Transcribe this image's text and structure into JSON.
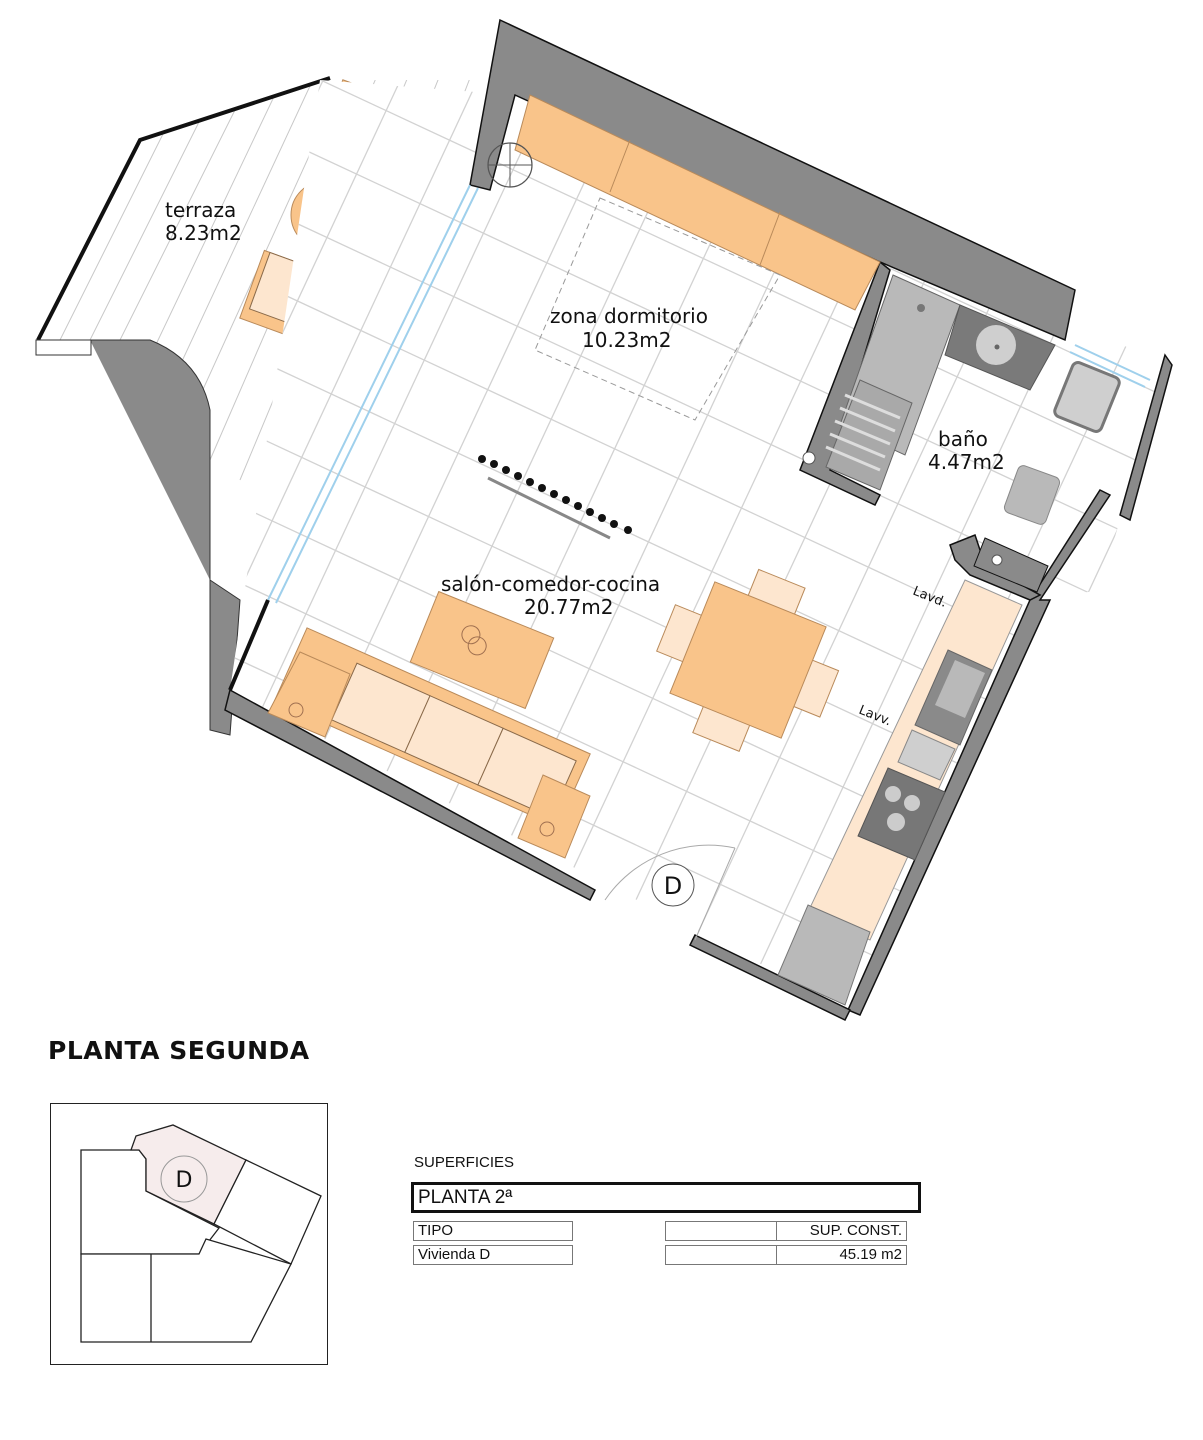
{
  "plan": {
    "rooms": [
      {
        "name": "terraza",
        "area": "8.23m2"
      },
      {
        "name": "zona dormitorio",
        "area": "10.23m2"
      },
      {
        "name": "baño",
        "area": "4.47m2"
      },
      {
        "name": "salón-comedor-cocina",
        "area": "20.77m2"
      }
    ],
    "appliance_labels": {
      "washbasin": "Lavd.",
      "dishwasher": "Lavv."
    },
    "entrance_letter": "D",
    "colors": {
      "wall": "#8a8a8a",
      "furniture_dark": "#f9c48a",
      "furniture_light": "#fde6cf",
      "fixture_gray": "#b9b9b9",
      "glass": "#9fd0ec",
      "grid": "#cfcfcf"
    }
  },
  "key_plan": {
    "title": "PLANTA SEGUNDA",
    "highlighted_unit": "D"
  },
  "surfaces_table": {
    "heading": "SUPERFICIES",
    "floor": "PLANTA 2ª",
    "headers": {
      "type": "TIPO",
      "blank": "",
      "area": "SUP. CONST."
    },
    "rows": [
      {
        "type": "Vivienda D",
        "blank": "",
        "area": "45.19 m2"
      }
    ]
  }
}
